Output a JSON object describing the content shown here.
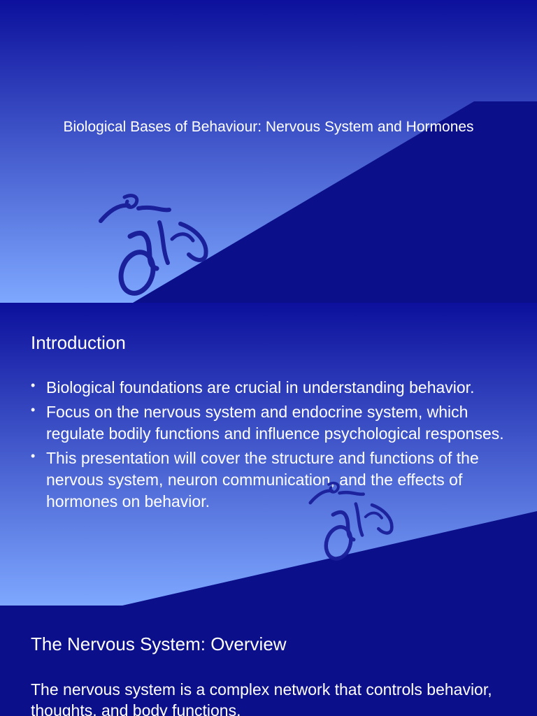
{
  "slides": [
    {
      "title": "Biological Bases of Behaviour: Nervous System and Hormones"
    },
    {
      "heading": "Introduction",
      "bullets": [
        "Biological foundations are crucial in understanding behavior.",
        "Focus on the nervous system and endocrine system, which regulate bodily functions and influence psychological responses.",
        "This presentation will cover the structure and functions of the nervous system, neuron communication, and the effects of hormones on behavior."
      ],
      "bullet_glyph": "•"
    },
    {
      "heading": "The Nervous System: Overview",
      "paragraph": " The nervous system is a complex network that controls behavior, thoughts, and body functions."
    }
  ],
  "colors": {
    "deep_blue": "#0b0f8a",
    "light_blue": "#7aa6ff",
    "cyclist_blue": "#1a1f9a"
  },
  "icons": [
    "cyclist-icon"
  ]
}
